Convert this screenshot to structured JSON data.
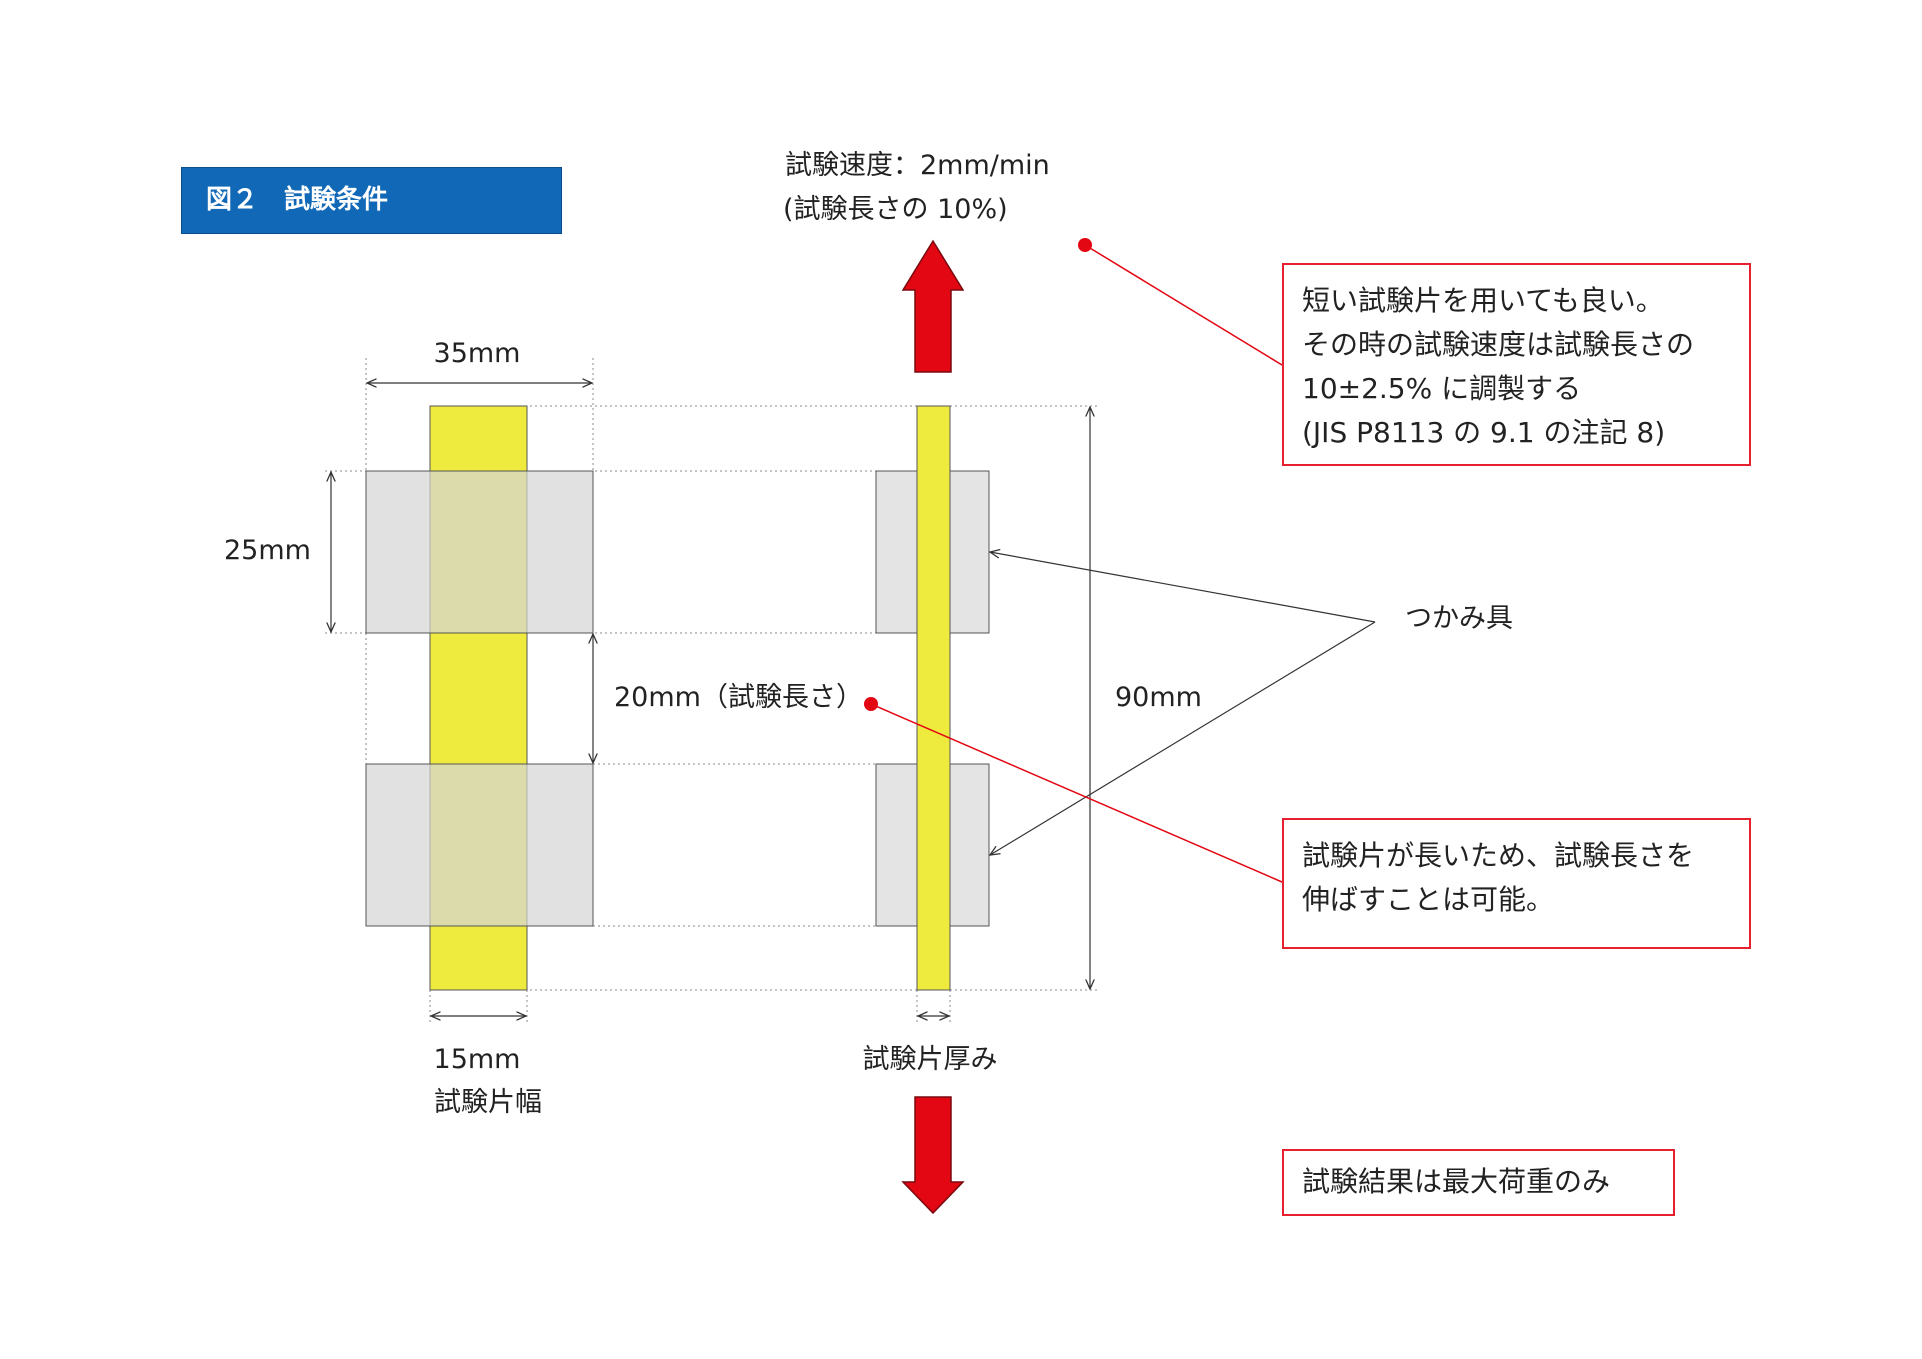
{
  "title": "図２　試験条件",
  "speed": {
    "line1": "試験速度：2mm/min",
    "line2": "(試験長さの 10%)"
  },
  "dimensions": {
    "clamp_width": "35mm",
    "clamp_height": "25mm",
    "test_length": "20mm（試験長さ）",
    "total_length": "90mm",
    "specimen_width": "15mm",
    "specimen_width_label": "試験片幅",
    "thickness_label": "試験片厚み"
  },
  "grip_label": "つかみ具",
  "notes": {
    "short_specimen": [
      "短い試験片を用いても良い。",
      "その時の試験速度は試験長さの",
      "10±2.5% に調製する",
      "(JIS P8113 の 9.1 の注記 8)"
    ],
    "long_specimen": [
      "試験片が長いため、試験長さを",
      "伸ばすことは可能。"
    ],
    "result": [
      "試験結果は最大荷重のみ"
    ]
  },
  "colors": {
    "specimen": "#eeea3e",
    "grip": "#e4e4e4",
    "accent_red": "#e30613",
    "title_blue": "#1068b7"
  }
}
